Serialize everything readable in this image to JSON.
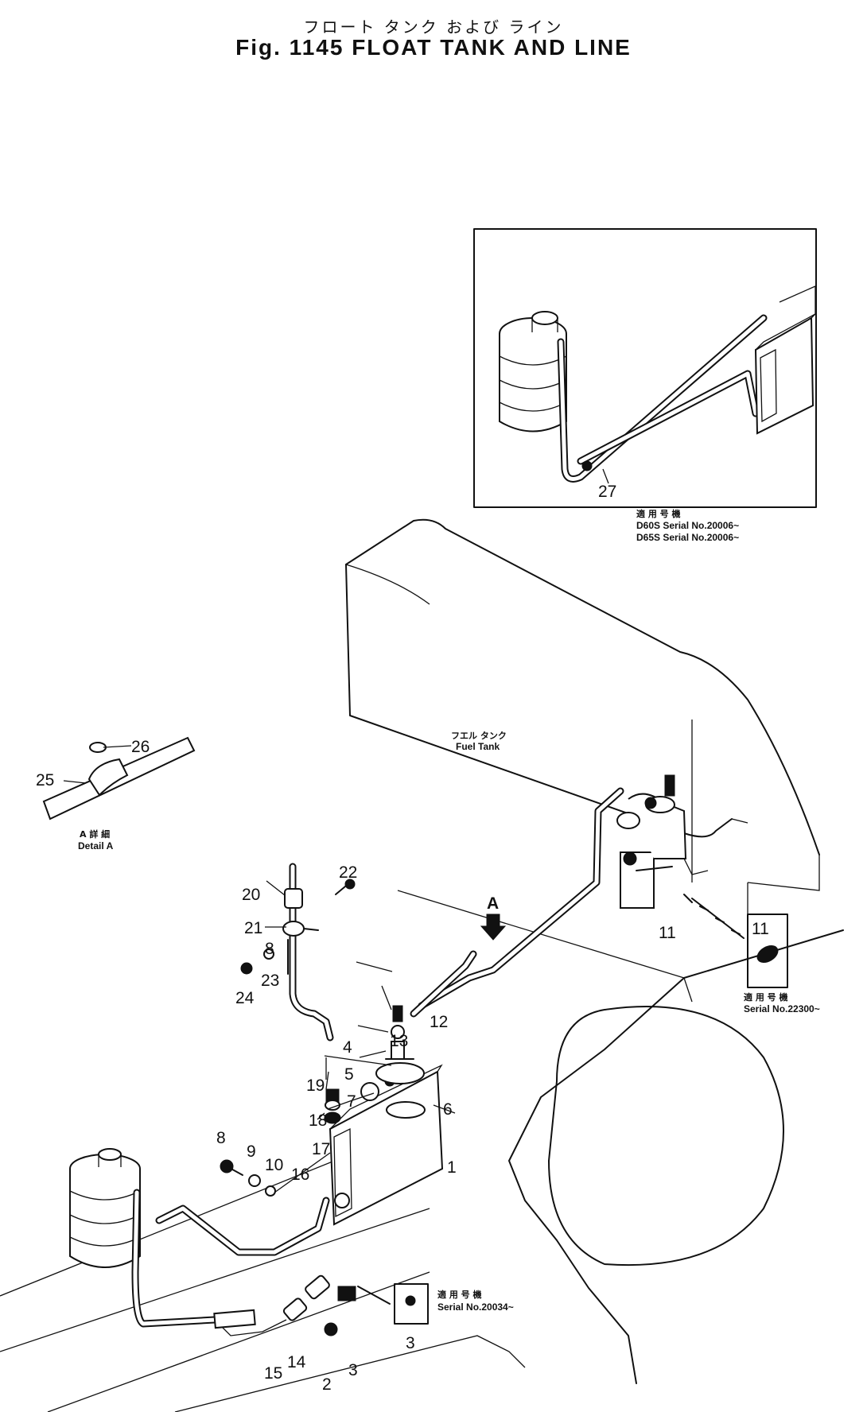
{
  "title": {
    "japanese": "フロート タンク および ライン",
    "english": "Fig. 1145   FLOAT TANK AND LINE"
  },
  "inset": {
    "callout": "27",
    "serial_heading": "適 用 号 機",
    "serial_lines": [
      "D60S  Serial No.20006~",
      "D65S  Serial No.20006~"
    ]
  },
  "fuel_tank_label": [
    "フエル タンク",
    "Fuel Tank"
  ],
  "view_arrow": "A",
  "detail": {
    "callouts": [
      "26",
      "25"
    ],
    "label_jp": "A 詳 細",
    "label_en": "Detail A"
  },
  "serial_note_right": {
    "callout": "11",
    "heading": "適 用 号 機",
    "line": "Serial No.22300~"
  },
  "serial_note_bottom": {
    "callout": "3",
    "heading": "適 用 号 機",
    "line": "Serial No.20034~"
  },
  "part_callouts": {
    "n1": "1",
    "n2": "2",
    "n3": "3",
    "n4": "4",
    "n5": "5",
    "n6": "6",
    "n7": "7",
    "n8": "8",
    "n9": "9",
    "n10": "10",
    "n11": "11",
    "n12": "12",
    "n13": "13",
    "n14": "14",
    "n15": "15",
    "n16": "16",
    "n17": "17",
    "n18": "18",
    "n19": "19",
    "n20": "20",
    "n21": "21",
    "n22": "22",
    "n23": "23",
    "n24": "24",
    "n8b": "8"
  }
}
